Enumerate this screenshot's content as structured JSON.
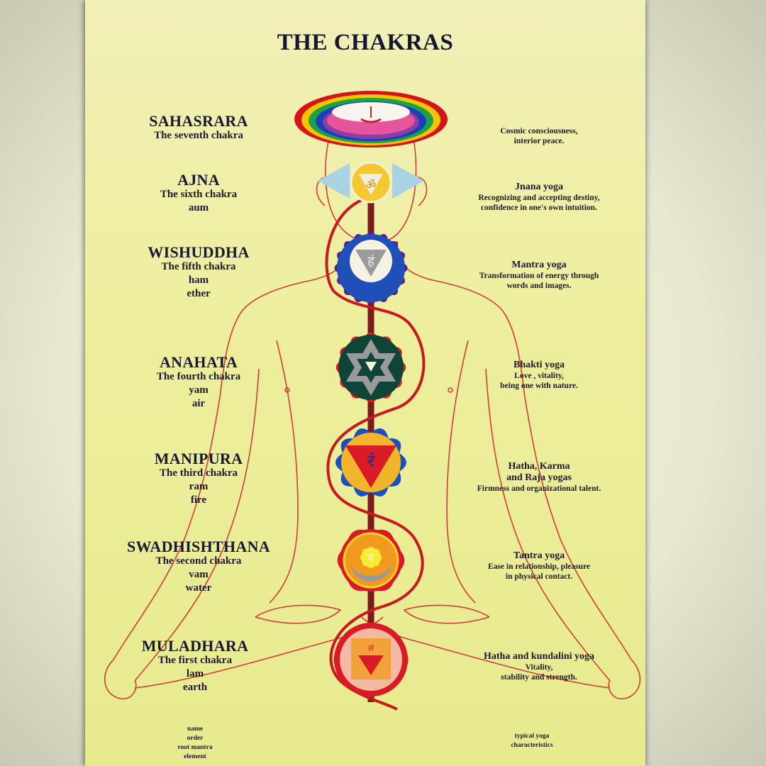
{
  "title": "THE CHAKRAS",
  "chakras": [
    {
      "name": "SAHASRARA",
      "order": "The seventh chakra",
      "mantra": "",
      "element": "",
      "yoga": "",
      "characteristics": [
        "Cosmic consciousness,",
        "interior peace."
      ],
      "colors": {
        "petals": "#d4141c",
        "inner": "#e6549c",
        "center": "#f7f3ee"
      }
    },
    {
      "name": "AJNA",
      "order": "The sixth chakra",
      "mantra": "aum",
      "element": "",
      "yoga": "Jnana yoga",
      "characteristics": [
        "Recognizing and accepting destiny,",
        "confidence in one's own intuition."
      ],
      "colors": {
        "petals": "#a9d3e3",
        "disc": "#f5c830",
        "symbol": "#f2efe0"
      }
    },
    {
      "name": "WISHUDDHA",
      "order": "The fifth chakra",
      "mantra": "ham",
      "element": "ether",
      "yoga": "Mantra yoga",
      "characteristics": [
        "Transformation of energy through",
        "words and images."
      ],
      "colors": {
        "petals": "#5a1f86",
        "disc": "#1f4fb7",
        "symbol": "#9a9a9a"
      }
    },
    {
      "name": "ANAHATA",
      "order": "The fourth chakra",
      "mantra": "yam",
      "element": "air",
      "yoga": "Bhakti yoga",
      "characteristics": [
        "Love , vitality,",
        "being one with nature."
      ],
      "colors": {
        "petals": "#d81b25",
        "disc": "#0f4438",
        "symbol": "#9a9a9a"
      }
    },
    {
      "name": "MANIPURA",
      "order": "The third chakra",
      "mantra": "ram",
      "element": "fire",
      "yoga": "Hatha, Karma and Raja yogas",
      "characteristics": [
        "Firmness and organizational talent."
      ],
      "colors": {
        "petals": "#1a4fc0",
        "disc": "#f0b52b",
        "symbol": "#d81b25"
      }
    },
    {
      "name": "SWADHISHTHANA",
      "order": "The second chakra",
      "mantra": "vam",
      "element": "water",
      "yoga": "Tantra yoga",
      "characteristics": [
        "Ease in relationship, pleasure",
        "in physical contact."
      ],
      "colors": {
        "petals": "#d81b25",
        "disc": "#f29a1f",
        "symbol": "#f7ec35"
      }
    },
    {
      "name": "MULADHARA",
      "order": "The first chakra",
      "mantra": "lam",
      "element": "earth",
      "yoga": "Hatha and kundalini yoga",
      "characteristics": [
        "Vitality,",
        "stability and strength."
      ],
      "colors": {
        "petals": "#d81b25",
        "disc": "#f3b9a3",
        "symbol": "#f1a23a"
      }
    }
  ],
  "legend_left": [
    "name",
    "order",
    "root mantra",
    "element"
  ],
  "legend_right": [
    "typical yoga",
    "characteristics"
  ],
  "colors": {
    "body_outline": "#d33c3c",
    "sushumna": "#7a1c1c",
    "text": "#1b1a2e",
    "paper": "#eeef9e"
  }
}
